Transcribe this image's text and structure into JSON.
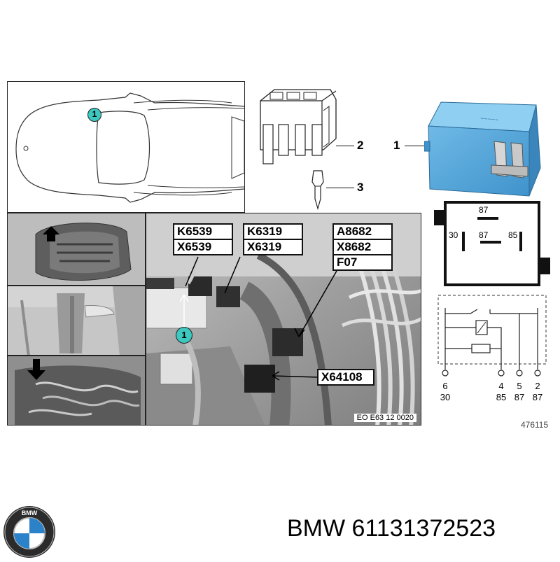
{
  "diagram": {
    "location_marker": "1",
    "parts": [
      {
        "label": "1"
      },
      {
        "label": "2"
      },
      {
        "label": "3"
      }
    ],
    "photo_labels": {
      "k6539": "K6539",
      "x6539": "X6539",
      "k6319": "K6319",
      "x6319": "X6319",
      "a8682": "A8682",
      "x8682": "X8682",
      "f07": "F07",
      "x64108": "X64108"
    },
    "photo_marker": "1",
    "photo_ref": "EO E63 12 0020",
    "relay_top_terminals": {
      "top": "87",
      "left": "30",
      "middle": "87",
      "right": "85"
    },
    "schematic_pins": [
      {
        "number": "6",
        "terminal": "30"
      },
      {
        "number": "4",
        "terminal": "85"
      },
      {
        "number": "5",
        "terminal": "87"
      },
      {
        "number": "2",
        "terminal": "87"
      }
    ],
    "drawing_id": "476115"
  },
  "footer": {
    "brand": "BMW",
    "part_number": "BMW 61131372523",
    "logo_letters": "BMW"
  }
}
